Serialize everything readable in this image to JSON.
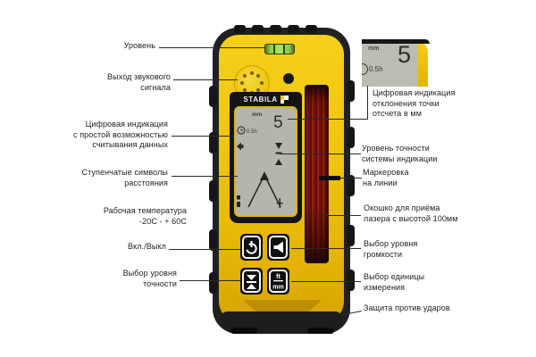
{
  "device": {
    "brand": "STABILA",
    "lcd": {
      "unit": "mm",
      "value": "5",
      "timer": "0.5h"
    },
    "buttons": {
      "power_icon": "power-icon",
      "volume_icon": "speaker-icon",
      "accuracy_icon": "accuracy-arrows-icon",
      "units_top": "ft",
      "units_bottom": "mm"
    }
  },
  "inset": {
    "unit": "mm",
    "value": "5",
    "timer": "0.5h"
  },
  "labels_left": [
    {
      "id": "level",
      "lines": [
        "Уровень"
      ]
    },
    {
      "id": "sound-output",
      "lines": [
        "Выход звукового",
        "сигнала"
      ]
    },
    {
      "id": "digital-display",
      "lines": [
        "Цифровая индикация",
        "с простой возможностью",
        "считывания данных"
      ]
    },
    {
      "id": "step-symbols",
      "lines": [
        "Ступенчатые символы",
        "расстояния"
      ]
    },
    {
      "id": "working-temp",
      "lines": [
        "Рабочая температура",
        "-20C - + 60C"
      ]
    },
    {
      "id": "on-off",
      "lines": [
        "Вкл./Выкл"
      ]
    },
    {
      "id": "accuracy-select",
      "lines": [
        "Выбор уровня",
        "точности"
      ]
    }
  ],
  "labels_right": [
    {
      "id": "digital-deviation",
      "lines": [
        "Цифровая индикация",
        "отклонения точки",
        "отсчета в мм"
      ]
    },
    {
      "id": "accuracy-level",
      "lines": [
        "Уровень точности",
        "системы индикации"
      ]
    },
    {
      "id": "marking-line",
      "lines": [
        "Маркеровка",
        "на линии"
      ]
    },
    {
      "id": "receiver-window",
      "lines": [
        "Окошко для приёма",
        "лазера с высотой 100мм"
      ]
    },
    {
      "id": "volume-select",
      "lines": [
        "Выбор уровня",
        "громкости"
      ]
    },
    {
      "id": "units-select",
      "lines": [
        "Выбор единицы",
        "измерения"
      ]
    },
    {
      "id": "shock-protection",
      "lines": [
        "Защита против ударов"
      ]
    }
  ],
  "colors": {
    "body_yellow": "#f0c30c",
    "receiver_red": "#97210f",
    "lcd_gray": "#b6b5ab",
    "vial_green": "#8ccf47",
    "shell_black": "#212121",
    "label_text": "#1e1e1e"
  }
}
